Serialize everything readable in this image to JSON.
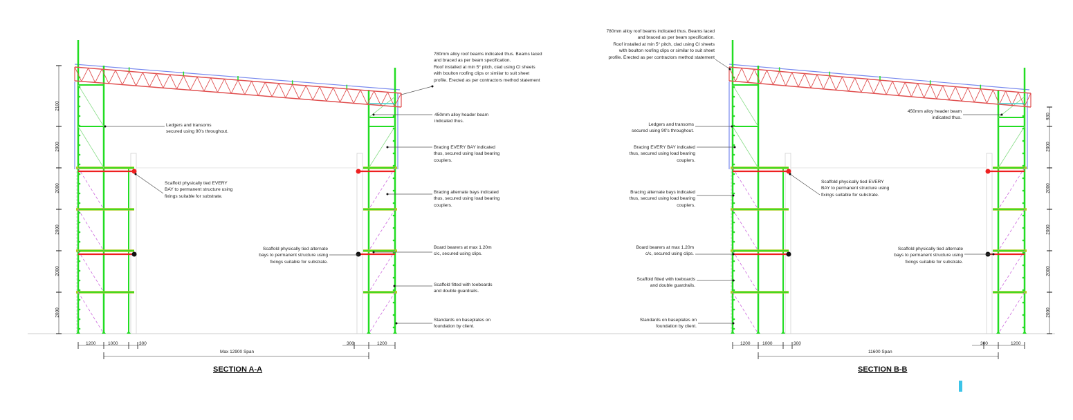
{
  "colors": {
    "standard": "#22dd22",
    "beam": "#e05050",
    "rail": "#7788ee",
    "bracing_alt": "#cc66dd",
    "tie_red": "#ee2020",
    "board": "#aacc22"
  },
  "sections": [
    {
      "title": "SECTION A-A",
      "vertical_dims": [
        "2100",
        "2000",
        "2000",
        "2000",
        "2000",
        "2000"
      ],
      "horizontal_dims": [
        "1200",
        "1000",
        "300",
        "300",
        "1200"
      ],
      "span": "Max 12900 Span",
      "notes": {
        "roof": "780mm alloy roof beams indicated thus. Beams laced\nand braced as per beam specification.\nRoof installed at min 5° pitch, clad using CI sheets\nwith boulton roofing clips or similar to suit sheet\nprofile. Erected as per contractors method statement",
        "header": "450mm alloy header beam\nindicated thus.",
        "ledgers": "Ledgers and transoms\nsecured using 90's throughout.",
        "bracing_every": "Bracing EVERY BAY indicated\nthus, secured using load bearing\ncouplers.",
        "tied_every": "Scaffold physically tied EVERY\nBAY to permanent structure using\nfixings suitable for substrate.",
        "bracing_alt": "Bracing alternate bays indicated\nthus, secured using load bearing\ncouplers.",
        "tied_alt": "Scaffold physically tied alternate\nbays to permanent structure using\nfixings suitable for substrate.",
        "board": "Board bearers at max 1.20m\nc/c, secured using clips.",
        "toeboards": "Scaffold fitted with toeboards\nand double guardrails.",
        "standards": "Standards on baseplates on\nfoundation by client."
      }
    },
    {
      "title": "SECTION B-B",
      "vertical_dims": [
        "930",
        "2000",
        "2000",
        "2000",
        "2000",
        "2000"
      ],
      "horizontal_dims": [
        "1200",
        "1000",
        "300",
        "300",
        "1200"
      ],
      "span": "11600 Span",
      "notes": {
        "roof": "780mm alloy roof beams indicated thus. Beams laced\nand braced as per beam specification.\nRoof installed at min 5° pitch, clad using CI sheets\nwith boulton roofing clips or similar to suit sheet\nprofile. Erected as per contractors method statement",
        "header": "450mm alloy header beam\nindicated thus.",
        "ledgers": "Ledgers and transoms\nsecured using 90's throughout.",
        "bracing_every": "Bracing EVERY BAY indicated\nthus, secured using load bearing\ncouplers.",
        "tied_every": "Scaffold physically tied EVERY\nBAY to permanent structure using\nfixings suitable for substrate.",
        "bracing_alt": "Bracing alternate bays indicated\nthus, secured using load bearing\ncouplers.",
        "tied_alt": "Scaffold physically tied alternate\nbays to permanent structure using\nfixings suitable for substrate.",
        "board": "Board bearers at max 1.20m\nc/c, secured using clips.",
        "toeboards": "Scaffold fitted with toeboards\nand double guardrails.",
        "standards": "Standards on baseplates on\nfoundation by client."
      }
    }
  ]
}
